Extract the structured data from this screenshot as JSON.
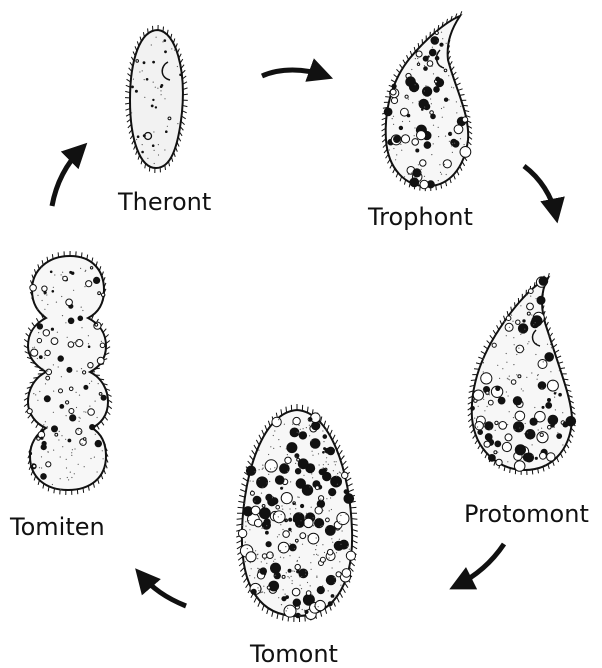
{
  "stages": {
    "theront": "Theront",
    "trophont": "Trophont",
    "protomont": "Protomont",
    "tomont": "Tomont",
    "tomiten": "Tomiten"
  },
  "colors": {
    "ink": "#111111",
    "cell_fill": "#f2f2f2",
    "background": "#ffffff"
  }
}
